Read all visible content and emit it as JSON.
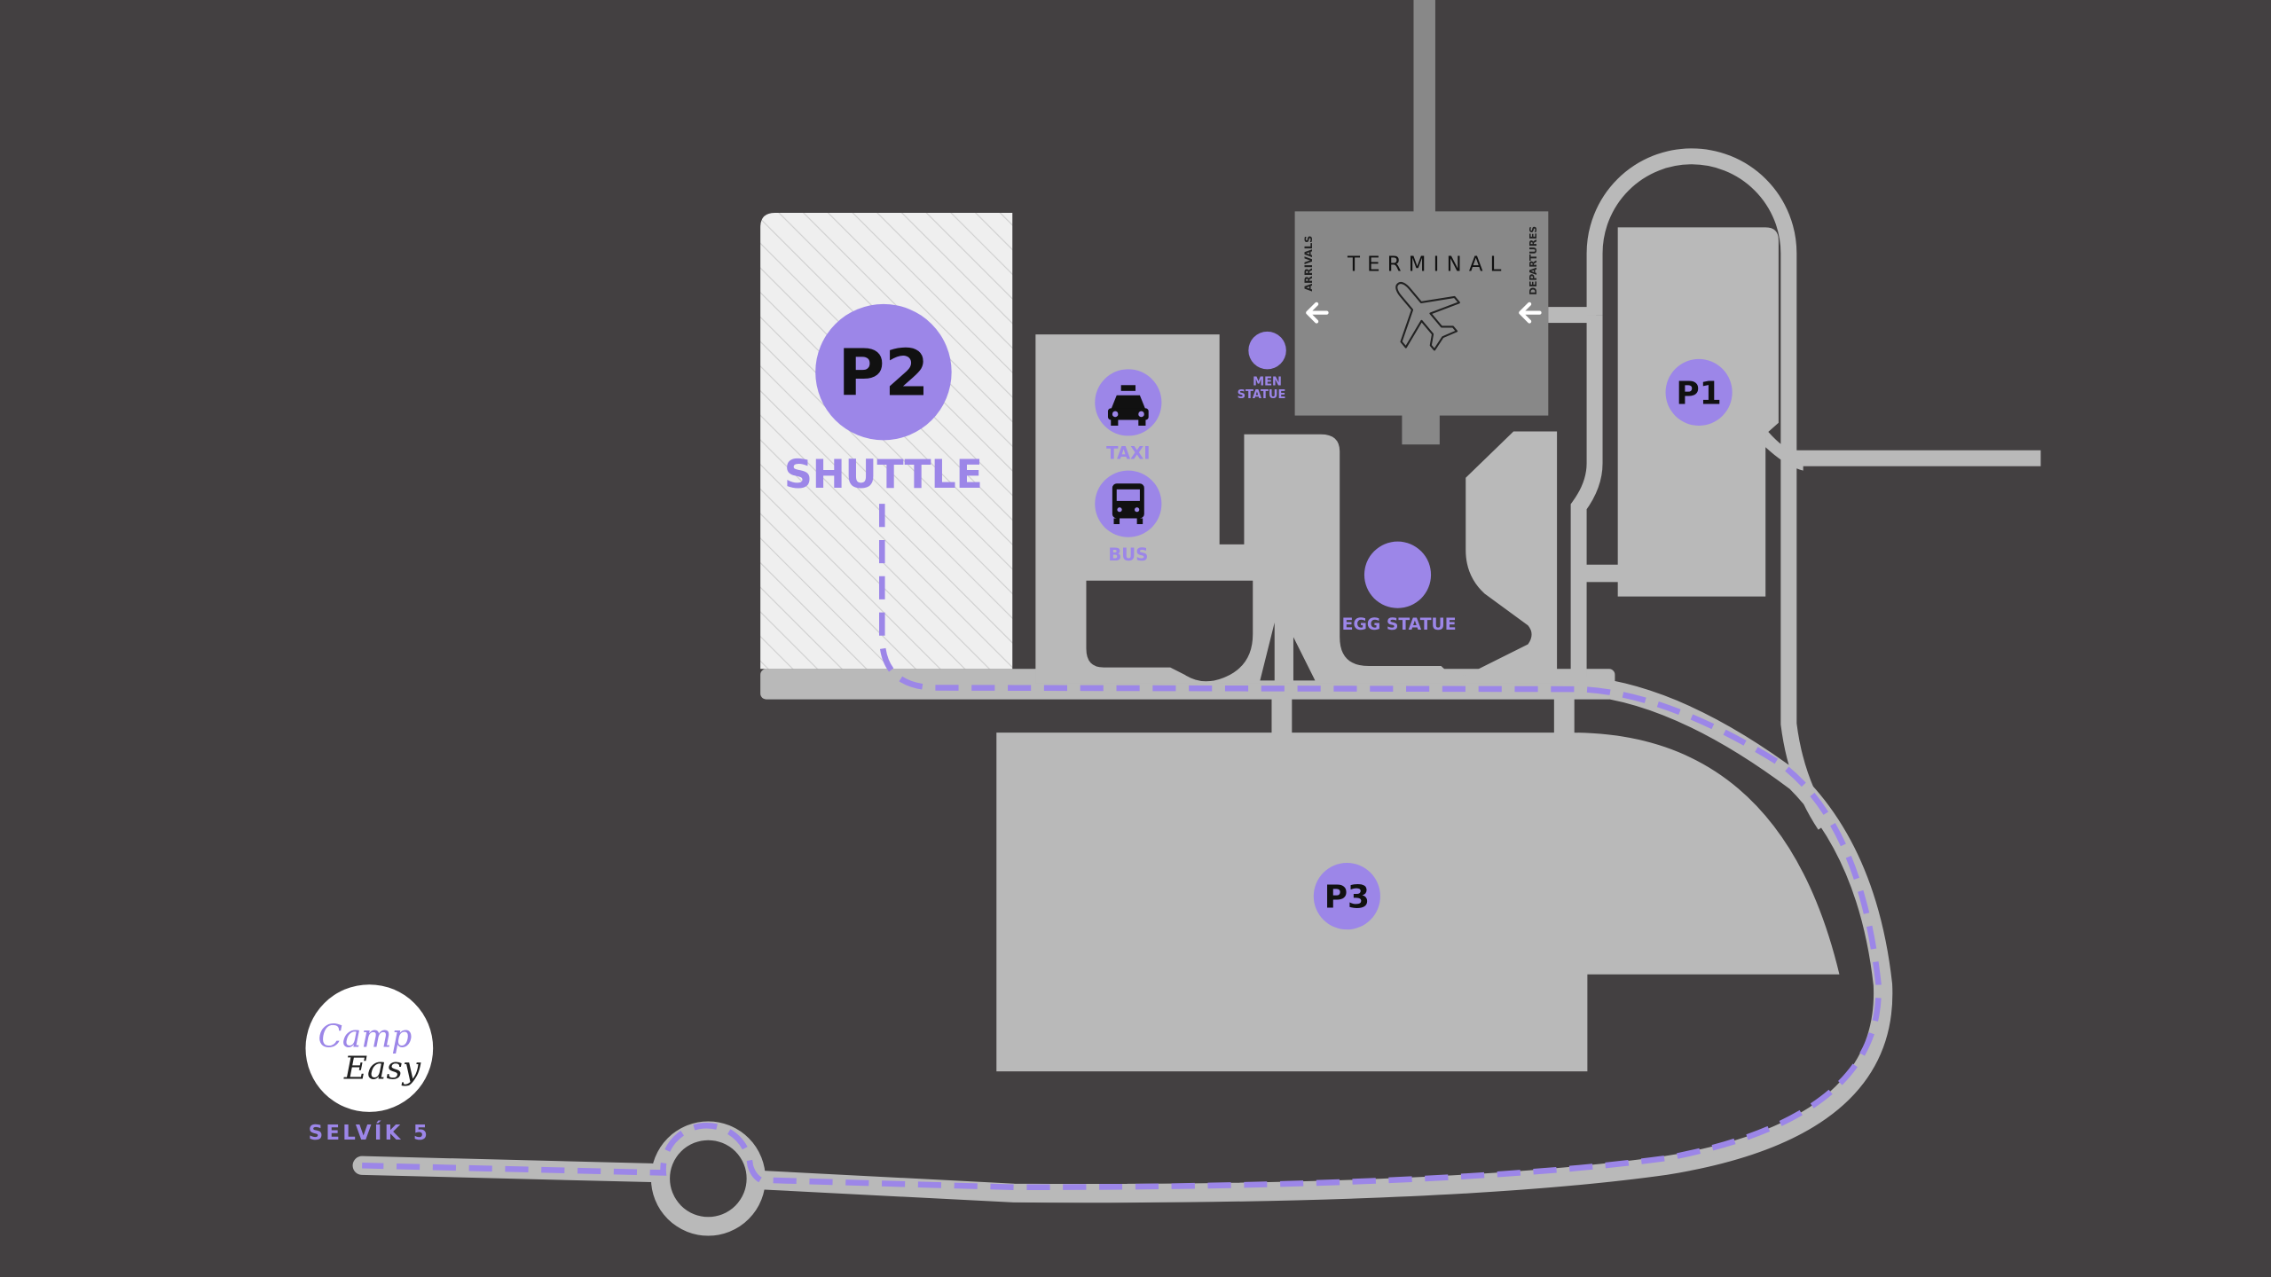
{
  "colors": {
    "background": "#434041",
    "road": "#b9b9b9",
    "terminal": "#888888",
    "accent": "#9c86e8",
    "hatch_bg": "#efefef",
    "hatch_line": "#cfcfcf",
    "text_dark": "#111111",
    "white": "#ffffff"
  },
  "terminal": {
    "title": "TERMINAL",
    "arrivals": "ARRIVALS",
    "departures": "DEPARTURES",
    "icon": "airplane-icon"
  },
  "parking": {
    "p1": "P1",
    "p2": "P2",
    "p3": "P3"
  },
  "shuttle": {
    "label": "SHUTTLE"
  },
  "transport": {
    "taxi": {
      "label": "TAXI",
      "icon": "taxi-icon"
    },
    "bus": {
      "label": "BUS",
      "icon": "bus-icon"
    }
  },
  "landmarks": {
    "men_statue": {
      "line1": "MEN",
      "line2": "STATUE"
    },
    "egg_statue": "EGG STATUE"
  },
  "logo": {
    "line1": "Camp",
    "line2": "Easy",
    "location": "SELVÍK 5"
  }
}
